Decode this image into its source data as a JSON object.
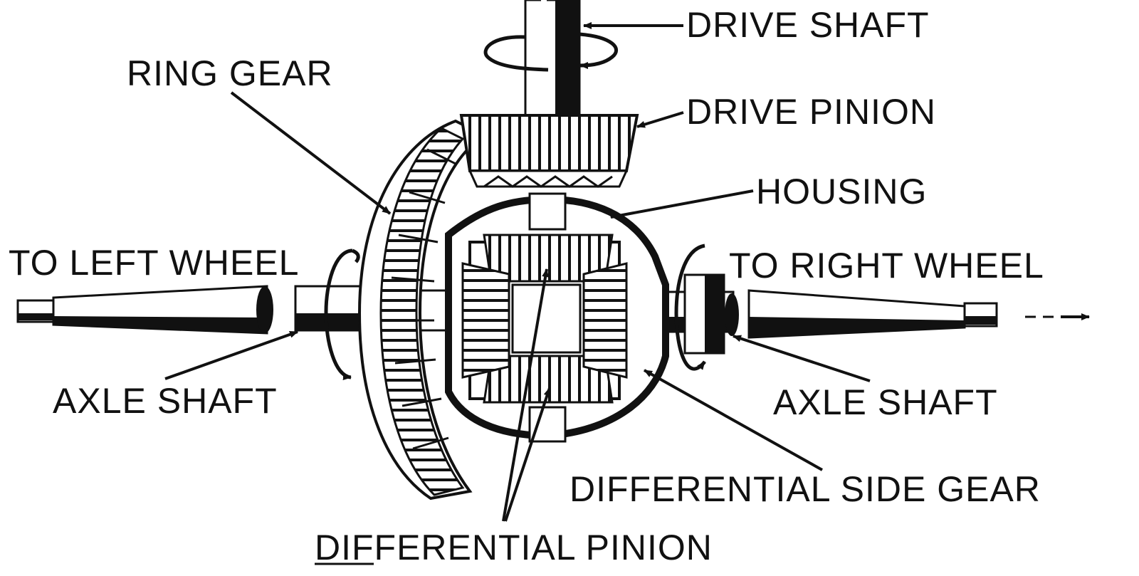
{
  "labels": {
    "drive_shaft": "DRIVE SHAFT",
    "ring_gear": "RING GEAR",
    "drive_pinion": "DRIVE PINION",
    "housing": "HOUSING",
    "to_left_wheel": "TO LEFT WHEEL",
    "to_right_wheel": "TO RIGHT WHEEL",
    "axle_shaft_left": "AXLE SHAFT",
    "axle_shaft_right": "AXLE SHAFT",
    "differential_side_gear": "DIFFERENTIAL SIDE GEAR",
    "differential_pinion": "DIFFERENTIAL PINION"
  },
  "colors": {
    "ink": "#111111",
    "paper": "#ffffff"
  }
}
